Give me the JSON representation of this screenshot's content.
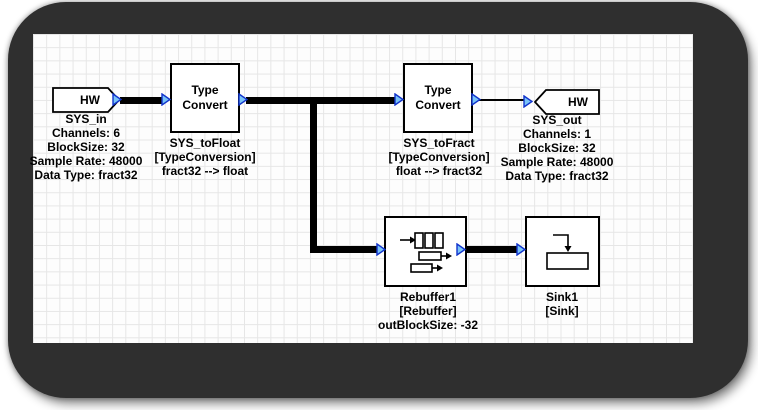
{
  "blocks": {
    "sys_in": {
      "tag": "HW",
      "name": "SYS_in",
      "props": [
        "Channels: 6",
        "BlockSize: 32",
        "Sample Rate: 48000",
        "Data Type: fract32"
      ]
    },
    "sys_to_float": {
      "title": "Type Convert",
      "name": "SYS_toFloat",
      "type": "[TypeConversion]",
      "detail": "fract32 --> float"
    },
    "sys_to_fract": {
      "title": "Type Convert",
      "name": "SYS_toFract",
      "type": "[TypeConversion]",
      "detail": "float --> fract32"
    },
    "sys_out": {
      "tag": "HW",
      "name": "SYS_out",
      "props": [
        "Channels: 1",
        "BlockSize: 32",
        "Sample Rate: 48000",
        "Data Type: fract32"
      ]
    },
    "rebuffer1": {
      "name": "Rebuffer1",
      "type": "[Rebuffer]",
      "detail": "outBlockSize: -32"
    },
    "sink1": {
      "name": "Sink1",
      "type": "[Sink]"
    }
  },
  "colors": {
    "frame_bg": "#2f2f2f",
    "canvas_bg": "#fdfdfd",
    "grid_line": "#e6e6e6",
    "wire": "#000000",
    "block_border": "#000000",
    "block_fill": "#ffffff",
    "pin_fill": "#79c3f7",
    "pin_stroke": "#1133cc",
    "text": "#000000"
  }
}
